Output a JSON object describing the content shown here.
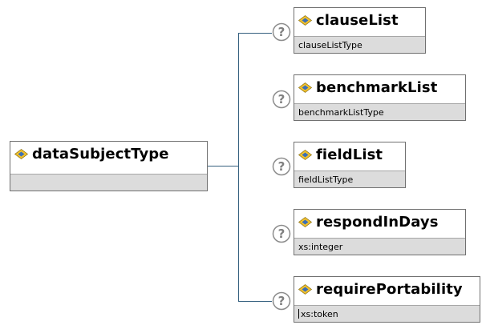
{
  "root": {
    "name": "dataSubjectType",
    "type": ""
  },
  "children": [
    {
      "name": "clauseList",
      "type": "clauseListType",
      "help": "?"
    },
    {
      "name": "benchmarkList",
      "type": "benchmarkListType",
      "help": "?"
    },
    {
      "name": "fieldList",
      "type": "fieldListType",
      "help": "?"
    },
    {
      "name": "respondInDays",
      "type": "xs:integer",
      "help": "?"
    },
    {
      "name": "requirePortability",
      "type": "xs:token",
      "help": "?"
    }
  ],
  "colors": {
    "connector": "#35607f",
    "type_row_bg": "#dcdcdc",
    "icon_yellow": "#f2c12e",
    "icon_blue": "#3b6fb6"
  },
  "icons": {
    "element": "diamond-element-icon",
    "help": "question-mark-icon"
  }
}
